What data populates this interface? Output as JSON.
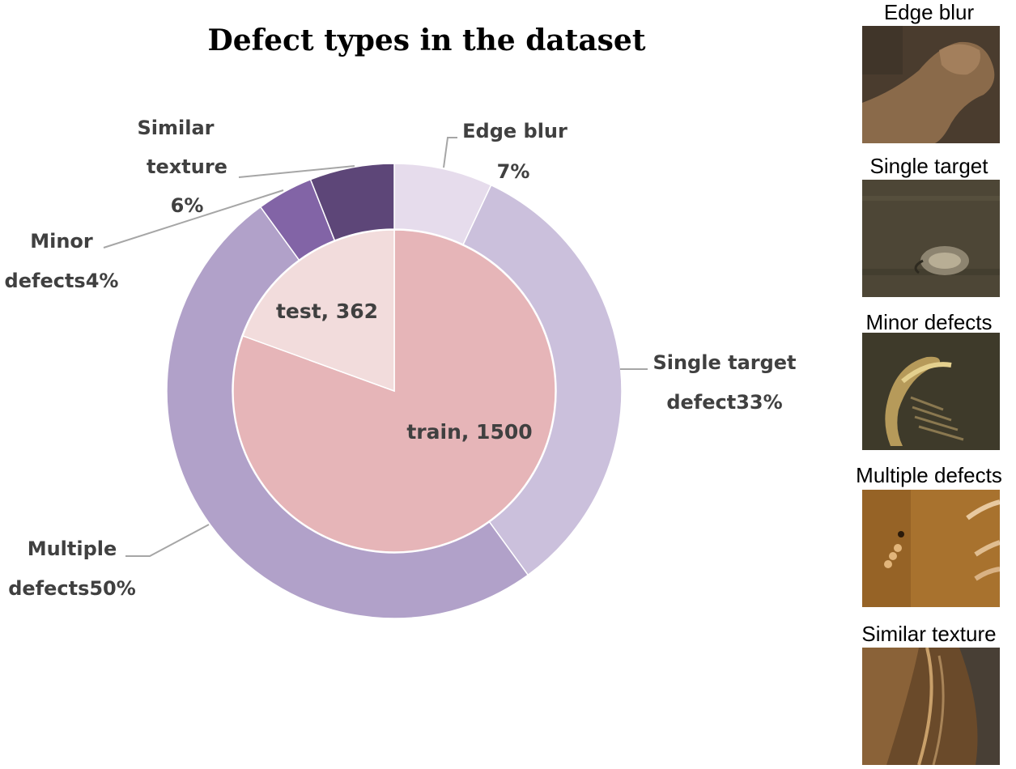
{
  "chart_data": {
    "type": "pie",
    "subtype": "nested-donut",
    "title": "Defect types in the dataset",
    "outer_ring": {
      "labels": [
        "Edge blur",
        "Single target defect",
        "Multiple defects",
        "Minor defects",
        "Similar texture"
      ],
      "values": [
        7,
        33,
        50,
        4,
        6
      ],
      "unit": "%",
      "colors": [
        "#e6dcec",
        "#cbc0dc",
        "#b1a1c9",
        "#8264a6",
        "#5d4678"
      ],
      "label_text": [
        [
          "Edge blur",
          "7%"
        ],
        [
          "Single target",
          "defect33%"
        ],
        [
          "Multiple",
          "defects50%"
        ],
        [
          "Minor",
          "defects4%"
        ],
        [
          "Similar",
          "texture",
          "6%"
        ]
      ]
    },
    "inner_pie": {
      "labels": [
        "train",
        "test"
      ],
      "values": [
        1500,
        362
      ],
      "colors": [
        "#e6b5b8",
        "#f2dcdc"
      ],
      "label_text": [
        "train, 1500",
        "test, 362"
      ]
    }
  },
  "thumbnails": [
    {
      "caption": "Edge blur"
    },
    {
      "caption": "Single target"
    },
    {
      "caption": "Minor defects"
    },
    {
      "caption": "Multiple defects"
    },
    {
      "caption": "Similar texture"
    }
  ]
}
